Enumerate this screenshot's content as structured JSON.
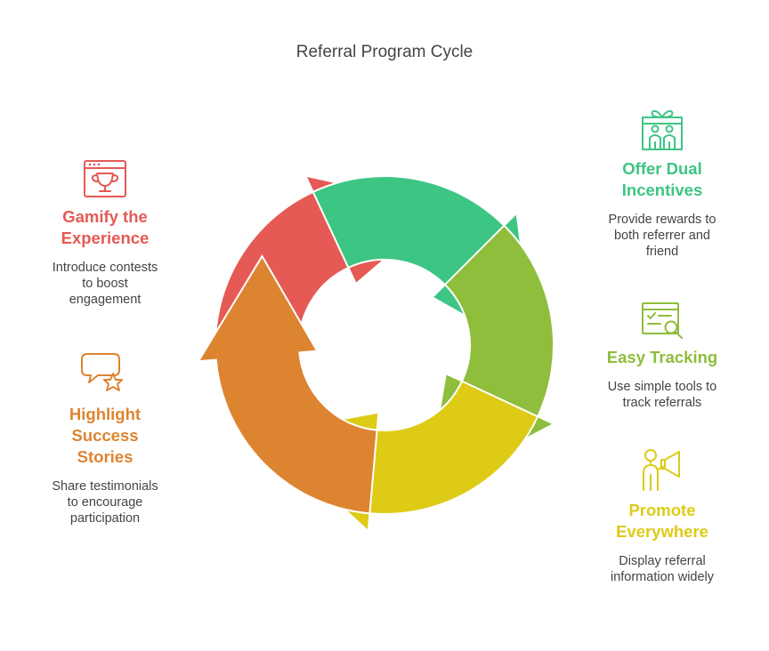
{
  "title": "Referral Program Cycle",
  "colors": {
    "red": "#E55A55",
    "green": "#3DC584",
    "lime": "#8FBD3C",
    "yellow": "#DDCB16",
    "orange": "#DD8431",
    "text": "#444444"
  },
  "stages": [
    {
      "id": "incentives",
      "heading": [
        "Offer Dual",
        "Incentives"
      ],
      "description": [
        "Provide rewards to",
        "both referrer and",
        "friend"
      ],
      "color": "#3DC584",
      "icon": "gift-people-icon"
    },
    {
      "id": "tracking",
      "heading": [
        "Easy Tracking"
      ],
      "description": [
        "Use simple tools to",
        "track referrals"
      ],
      "color": "#8FBD3C",
      "icon": "tracking-window-icon"
    },
    {
      "id": "promote",
      "heading": [
        "Promote",
        "Everywhere"
      ],
      "description": [
        "Display referral",
        "information widely"
      ],
      "color": "#DDCB16",
      "icon": "megaphone-person-icon"
    },
    {
      "id": "stories",
      "heading": [
        "Highlight",
        "Success",
        "Stories"
      ],
      "description": [
        "Share testimonials",
        "to encourage",
        "participation"
      ],
      "color": "#DD8431",
      "icon": "speech-star-icon"
    },
    {
      "id": "gamify",
      "heading": [
        "Gamify the",
        "Experience"
      ],
      "description": [
        "Introduce contests",
        "to boost",
        "engagement"
      ],
      "color": "#E55A55",
      "icon": "trophy-window-icon"
    }
  ]
}
